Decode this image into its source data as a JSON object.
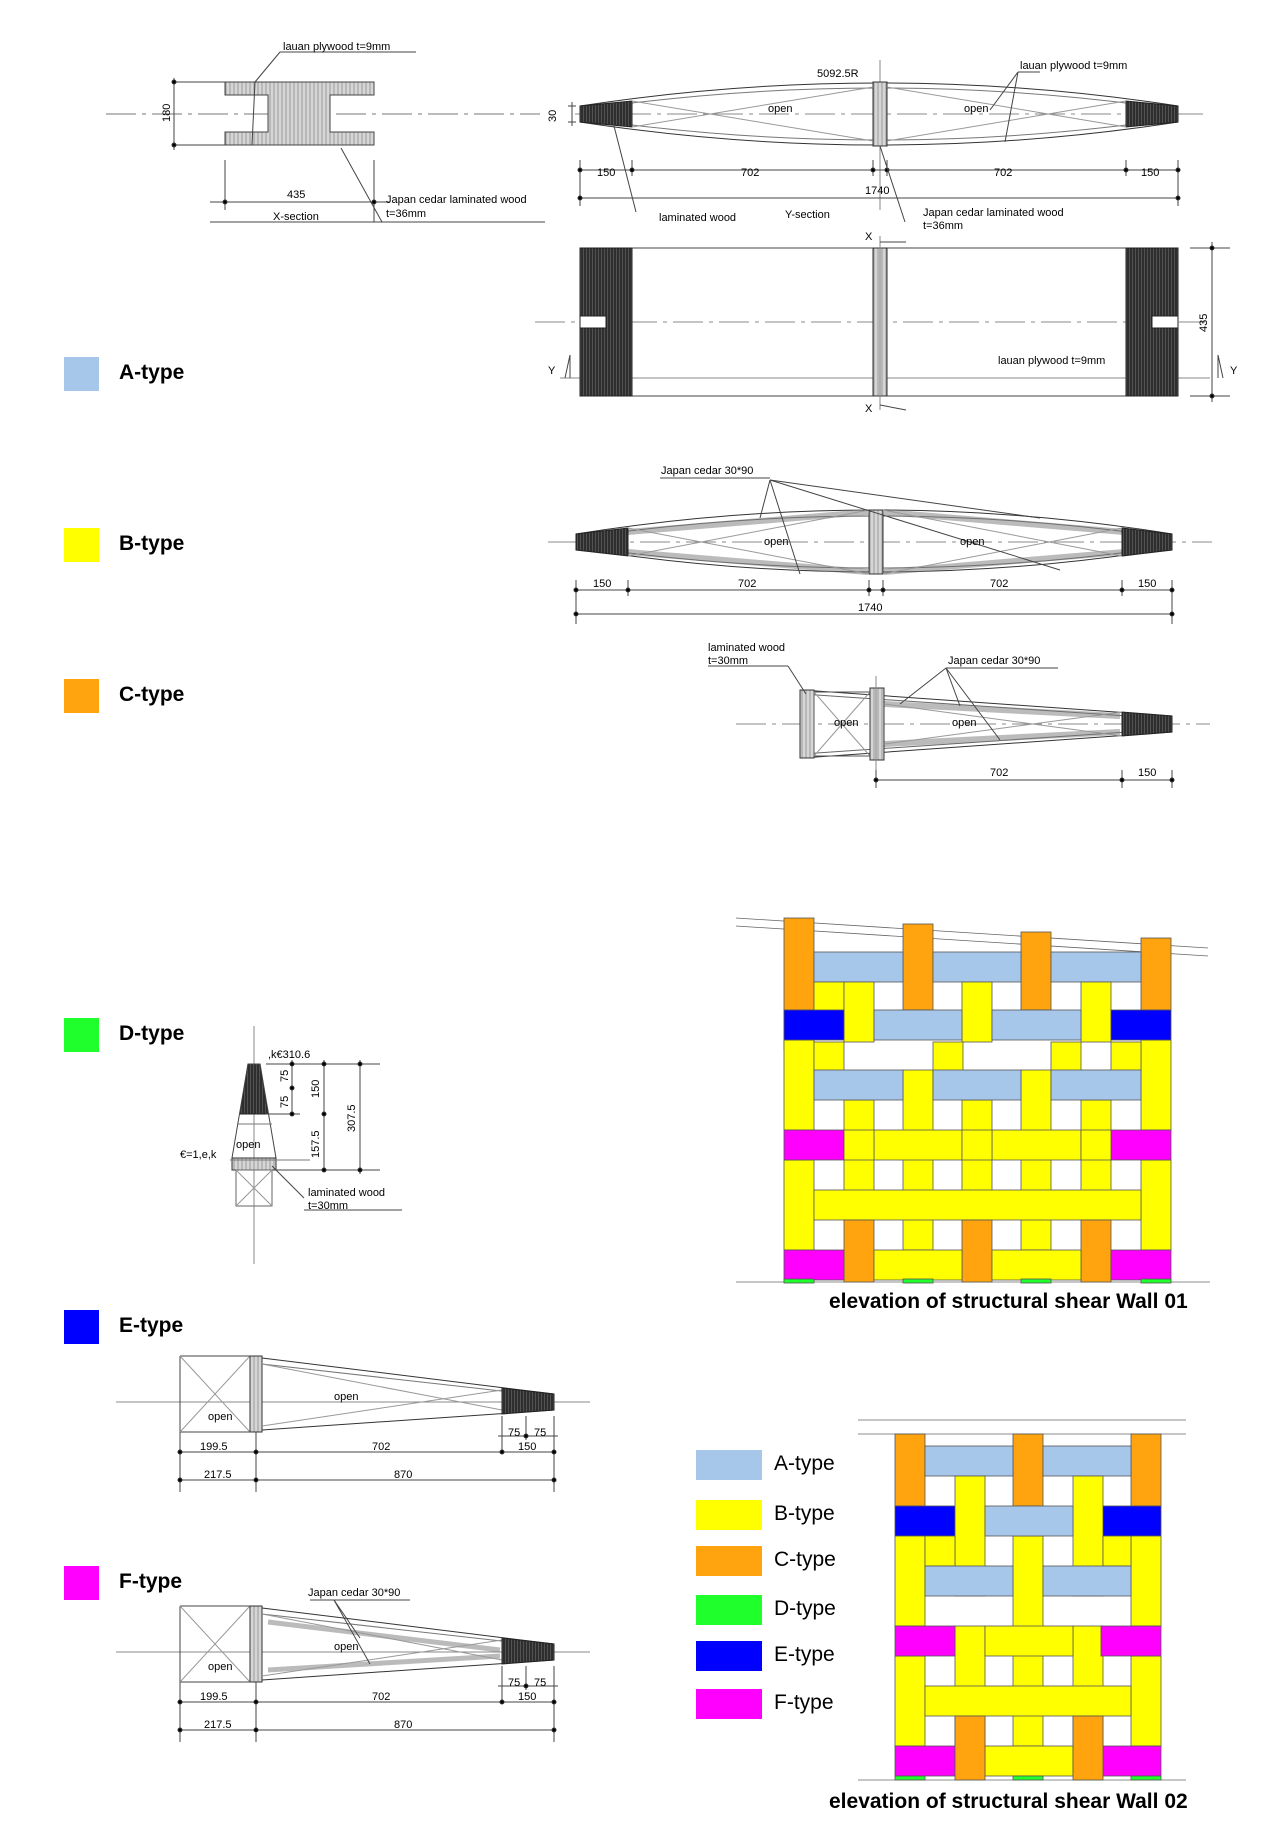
{
  "colors": {
    "A-type": "#a6c6ea",
    "B-type": "#ffff00",
    "C-type": "#ffa30f",
    "D-type": "#1fff2c",
    "E-type": "#0000ff",
    "F-type": "#ff00ff"
  },
  "legend_left": [
    {
      "label": "A-type",
      "color": "#a6c6ea"
    },
    {
      "label": "B-type",
      "color": "#ffff00"
    },
    {
      "label": "C-type",
      "color": "#ffa30f"
    },
    {
      "label": "D-type",
      "color": "#1fff2c"
    },
    {
      "label": "E-type",
      "color": "#0000ff"
    },
    {
      "label": "F-type",
      "color": "#ff00ff"
    }
  ],
  "legend_bottom": [
    {
      "label": "A-type",
      "color": "#a6c6ea"
    },
    {
      "label": "B-type",
      "color": "#ffff00"
    },
    {
      "label": "C-type",
      "color": "#ffa30f"
    },
    {
      "label": "D-type",
      "color": "#1fff2c"
    },
    {
      "label": "E-type",
      "color": "#0000ff"
    },
    {
      "label": "F-type",
      "color": "#ff00ff"
    }
  ],
  "captions": {
    "wall01": "elevation of structural shear Wall 01",
    "wall02": "elevation of structural shear Wall 02"
  },
  "drawing_a": {
    "plywood_label_1": "lauan plywood t=9mm",
    "height_dim": "180",
    "width_dim": "435",
    "x_section": "X-section",
    "cedar_laminated_1": "Japan cedar laminated wood",
    "cedar_t36_1": "t=36mm",
    "radius": "5092.5R",
    "plywood_label_2": "lauan plywood t=9mm",
    "thick_dim": "30",
    "open_1": "open",
    "open_2": "open",
    "dim_150a": "150",
    "dim_702a": "702",
    "dim_702b": "702",
    "dim_150b": "150",
    "dim_total": "1740",
    "laminated_wood": "laminated wood",
    "y_section": "Y-section",
    "cedar_laminated_2": "Japan cedar laminated wood",
    "cedar_t36_2": "t=36mm",
    "x_mark_top": "X",
    "x_mark_bottom": "X",
    "y_mark_left": "Y",
    "y_mark_right": "Y",
    "plan_height": "435",
    "plywood_label_3": "lauan plywood t=9mm"
  },
  "drawing_b": {
    "cedar_label": "Japan cedar 30*90",
    "open_1": "open",
    "open_2": "open",
    "dim_150a": "150",
    "dim_702a": "702",
    "dim_702b": "702",
    "dim_150b": "150",
    "dim_total": "1740"
  },
  "drawing_c": {
    "laminated_label": "laminated wood",
    "laminated_t": "t=30mm",
    "cedar_label": "Japan cedar 30*90",
    "open_1": "open",
    "open_2": "open",
    "dim_702": "702",
    "dim_150": "150"
  },
  "drawing_d": {
    "top_label": ",k€310.6",
    "dim_75a": "75",
    "dim_75b": "75",
    "dim_150": "150",
    "dim_307": "307.5",
    "dim_157": "157.5",
    "side_label": "€=1,e,k",
    "open": "open",
    "laminated_label": "laminated wood",
    "laminated_t": "t=30mm"
  },
  "drawing_e": {
    "open_1": "open",
    "open_2": "open",
    "dim_75a": "75",
    "dim_75b": "75",
    "dim_199": "199.5",
    "dim_702": "702",
    "dim_150": "150",
    "dim_217": "217.5",
    "dim_870": "870"
  },
  "drawing_f": {
    "cedar_label": "Japan cedar 30*90",
    "open_1": "open",
    "open_2": "open",
    "dim_75a": "75",
    "dim_75b": "75",
    "dim_199": "199.5",
    "dim_702": "702",
    "dim_150": "150",
    "dim_217": "217.5",
    "dim_870": "870"
  }
}
